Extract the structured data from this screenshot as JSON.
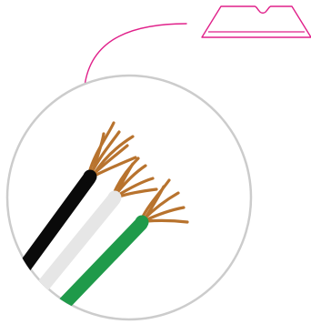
{
  "illustration": {
    "subject": "stripped-wires-with-utility-blade",
    "colors": {
      "background": "#ffffff",
      "magnifier_ring": "#c8c8c8",
      "blade_outline": "#e0218a",
      "arrow": "#e0218a",
      "copper": "#b8732e",
      "wire_black": "#0a0a0a",
      "wire_white": "#e8e8e8",
      "wire_green": "#1f9a4a"
    },
    "wires": [
      {
        "name": "black-wire",
        "insulation": "#0a0a0a"
      },
      {
        "name": "white-wire",
        "insulation": "#e8e8e8"
      },
      {
        "name": "green-wire",
        "insulation": "#1f9a4a"
      }
    ],
    "icons": [
      "utility-blade-icon",
      "curved-arrow-icon",
      "magnifier-circle"
    ]
  }
}
